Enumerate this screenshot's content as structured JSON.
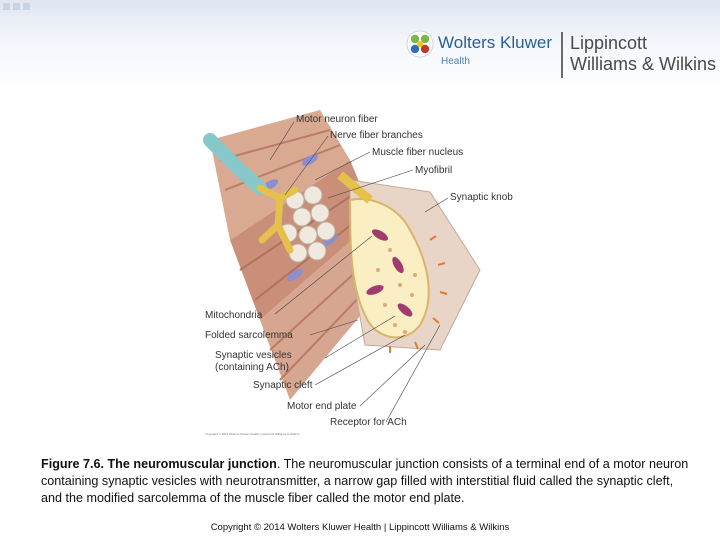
{
  "header": {
    "brand_primary": "Wolters Kluwer",
    "brand_sub": "Health",
    "brand_secondary_line1": "Lippincott",
    "brand_secondary_line2": "Williams & Wilkins",
    "colors": {
      "brand_blue": "#2b5f94",
      "logo_green": "#7ab648",
      "logo_red": "#c0392b",
      "logo_blue": "#2f6db5"
    },
    "logo_icon": "wolters-kluwer-logo-mark"
  },
  "figure": {
    "labels": {
      "motor_neuron_fiber": "Motor neuron fiber",
      "nerve_fiber_branches": "Nerve fiber branches",
      "muscle_fiber_nucleus": "Muscle fiber nucleus",
      "myofibril": "Myofibril",
      "synaptic_knob": "Synaptic knob",
      "mitochondria": "Mitochondria",
      "folded_sarcolemma": "Folded sarcolemma",
      "synaptic_vesicles_line1": "Synaptic vesicles",
      "synaptic_vesicles_line2": "(containing ACh)",
      "synaptic_cleft": "Synaptic cleft",
      "motor_end_plate": "Motor end plate",
      "receptor_for_ach": "Receptor for ACh"
    },
    "credit_text": "Copyright © 2014 Wolters Kluwer Health | Lippincott Williams & Wilkins"
  },
  "caption": {
    "title": "Figure 7.6. The neuromuscular junction",
    "title_end": ".",
    "body": " The neuromuscular junction consists of a terminal end of a motor neuron containing synaptic vesicles with neurotransmitter, a narrow gap filled with interstitial fluid called the synaptic cleft, and the modified sarcolemma of the muscle fiber called the motor end plate."
  },
  "footer": {
    "copyright": "Copyright © 2014 Wolters Kluwer Health | Lippincott Williams & Wilkins"
  }
}
